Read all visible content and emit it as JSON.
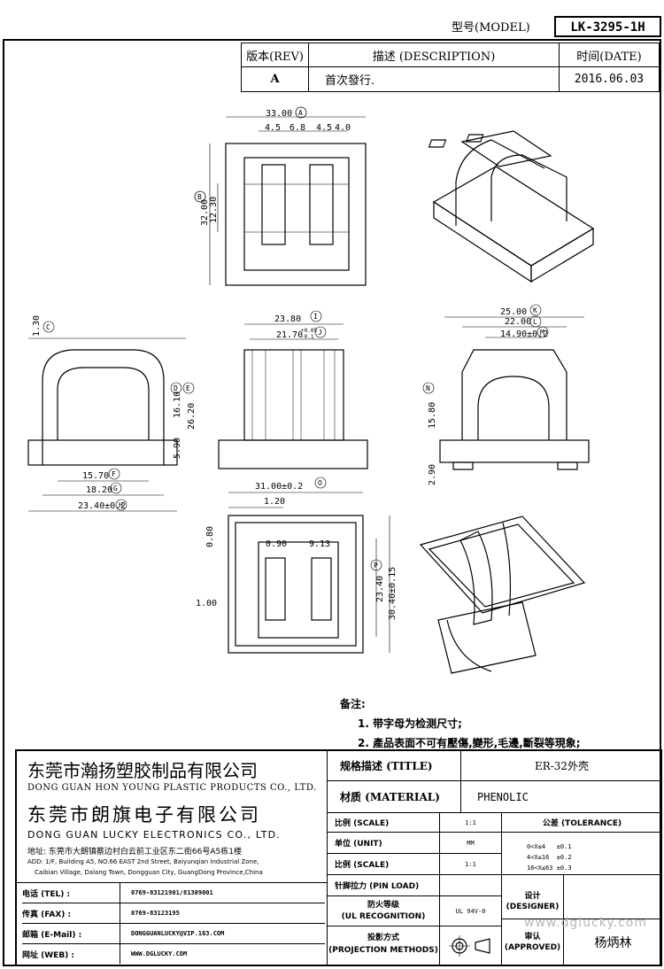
{
  "header": {
    "model_label": "型号(MODEL)",
    "model_value": "LK-3295-1H",
    "rev_label": "版本(REV)",
    "desc_label": "描述 (DESCRIPTION)",
    "date_label": "时间(DATE)",
    "rev_value": "A",
    "desc_value": "首次發行.",
    "date_value": "2016.06.03"
  },
  "dimensions": {
    "top_view": {
      "width": "33.00",
      "w_label": "A",
      "d1": "4.5",
      "d2": "6.8",
      "d3": "4.5",
      "d4": "4.0",
      "h_outer": "32.00",
      "h_label": "B",
      "h_inner": "12.30"
    },
    "left_view": {
      "c_top": "1.30",
      "c_label": "C",
      "h1": "16.10",
      "h1_label": "D",
      "h2": "26.20",
      "h2_label": "E",
      "base": "5.90",
      "w1": "15.70",
      "w1_label": "F",
      "w2": "18.20",
      "w2_label": "G",
      "w3": "23.40±0.2",
      "w3_label": "H"
    },
    "front_view": {
      "w1": "23.80",
      "w1_label": "I",
      "w2": "21.70",
      "w2_tol_top": "+0.05",
      "w2_tol_bot": "-0.1",
      "w2_label": "J"
    },
    "right_view": {
      "w1": "25.00",
      "w1_label": "K",
      "w2": "22.00",
      "w2_label": "L",
      "w3": "14.90±0.2",
      "w3_label": "M",
      "h1": "15.80",
      "h1_label": "N",
      "base": "2.90"
    },
    "bottom_view": {
      "w1": "31.00±0.2",
      "w1_label": "O",
      "d1": "1.20",
      "d2": "0.80",
      "d3": "1.00",
      "d4": "0.90",
      "d5": "9.13",
      "h1": "23.40",
      "h2": "30.40±0.15",
      "h_label": "P"
    }
  },
  "notes": {
    "title": "备注:",
    "items": [
      "1. 带字母为检测尺寸;",
      "2. 產品表面不可有壓傷,變形,毛邊,斷裂等現象;"
    ]
  },
  "company": {
    "cn1": "东莞市瀚扬塑胶制品有限公司",
    "en1": "DONG GUAN HON YOUNG PLASTIC PRODUCTS CO., LTD.",
    "cn2": "东莞市朗旗电子有限公司",
    "en2": "DONG GUAN LUCKY ELECTRONICS CO., LTD.",
    "addr_cn": "地址: 东莞市大朗镇蔡边村白云前工业区东二街66号A5栋1楼",
    "addr_en1": "ADD: 1/F, Building A5, NO.66 EAST 2nd Street, Baiyunqian Industrial Zone,",
    "addr_en2": "Caibian Village, Dalang Town, Dongguan City, GuangDong Province,China"
  },
  "contacts": [
    {
      "label": "电话 (TEL) :",
      "value": "0769-83121901/81309001"
    },
    {
      "label": "传真 (FAX) :",
      "value": "0769-83123195"
    },
    {
      "label": "邮箱 (E-Mail) :",
      "value": "DONGGUANLUCKY@VIP.163.COM"
    },
    {
      "label": "网址 (WEB) :",
      "value": "WWW.DGLUCKY.COM"
    }
  ],
  "specs": {
    "title_label": "规格描述 (TITLE)",
    "title_value": "ER-32外壳",
    "material_label": "材质 (MATERIAL)",
    "material_value": "PHENOLIC",
    "scale_label": "比例 (SCALE)",
    "scale_value": "1:1",
    "unit_label": "单位 (UNIT)",
    "unit_value": "MM",
    "scale2_label": "比例 (SCALE)",
    "scale2_value": "1:1",
    "pin_label": "针脚拉力 (PIN LOAD)",
    "fire_label1": "防火等级",
    "fire_label2": "(UL RECOGNITION)",
    "fire_value": "UL 94V-0",
    "proj_label1": "投影方式",
    "proj_label2": "(PROJECTION METHODS)",
    "tol_label": "公差 (TOLERANCE)",
    "tol_rows": [
      "0<X≤4   ±0.1",
      "4<X≤16  ±0.2",
      "16<X≤63 ±0.3"
    ],
    "designer_label1": "设计",
    "designer_label2": "(DESIGNER)",
    "approved_label1": "审认",
    "approved_label2": "(APPROVED)",
    "approved_value": "杨炳林",
    "watermark": "www.dglucky.com"
  }
}
